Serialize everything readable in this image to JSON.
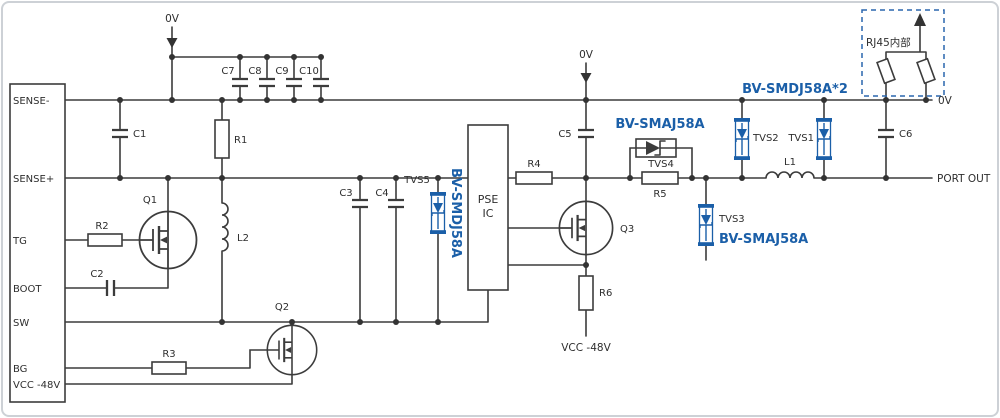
{
  "colors": {
    "accent_blue": "#1b5fa8",
    "wire": "#3c3c3c"
  },
  "connector": {
    "pins": [
      "SENSE-",
      "SENSE+",
      "TG",
      "BOOT",
      "SW",
      "BG",
      "VCC -48V"
    ]
  },
  "nets": {
    "zero_v_top": "0V",
    "zero_v_mid": "0V",
    "zero_v_right": "0V",
    "vcc_mid": "VCC -48V",
    "port_out": "PORT OUT"
  },
  "ic": {
    "line1": "PSE",
    "line2": "IC"
  },
  "refs": {
    "c1": "C1",
    "c2": "C2",
    "c3": "C3",
    "c4": "C4",
    "c5": "C5",
    "c6": "C6",
    "c7": "C7",
    "c8": "C8",
    "c9": "C9",
    "c10": "C10",
    "r1": "R1",
    "r2": "R2",
    "r3": "R3",
    "r4": "R4",
    "r5": "R5",
    "r6": "R6",
    "l1": "L1",
    "l2": "L2",
    "q1": "Q1",
    "q2": "Q2",
    "q3": "Q3",
    "tvs1": "TVS1",
    "tvs2": "TVS2",
    "tvs3": "TVS3",
    "tvs4": "TVS4",
    "tvs5": "TVS5"
  },
  "parts": {
    "tvs5_part": "BV-SMDJ58A",
    "tvs4_part": "BV-SMAJ58A",
    "tvs3_part": "BV-SMAJ58A",
    "tvs12_part": "BV-SMDJ58A*2"
  },
  "rj45": {
    "label": "RJ45内部"
  }
}
